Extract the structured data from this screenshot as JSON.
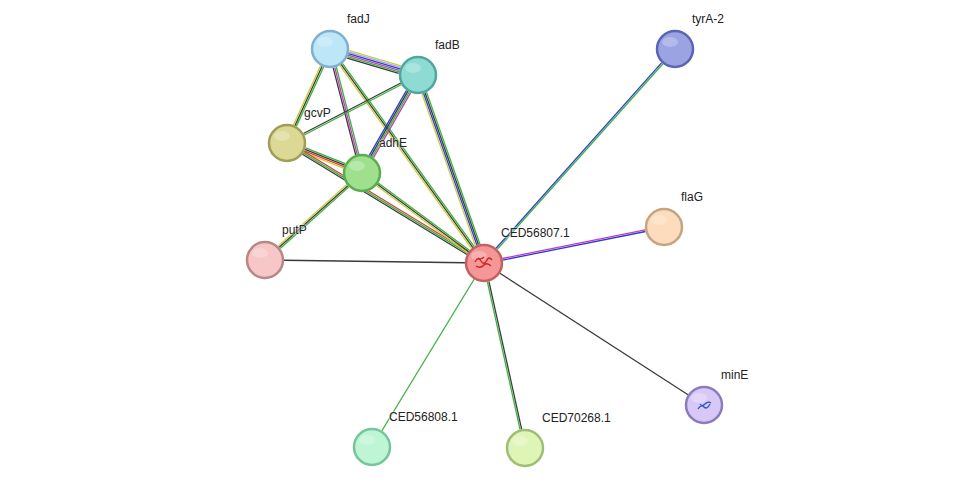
{
  "diagram": {
    "nodes": [
      {
        "text": [
          "fadJ"
        ]
      },
      {
        "text": [
          "tyrA-2"
        ]
      },
      {
        "text": [
          "fadB"
        ]
      },
      {
        "text": [
          "gcvP"
        ]
      },
      {
        "text": [
          "adhE"
        ]
      },
      {
        "text": [
          "flaG"
        ]
      },
      {
        "text": [
          "CED56807.1"
        ]
      },
      {
        "text": [
          "putP"
        ]
      },
      {
        "text": [
          "minE"
        ]
      },
      {
        "text": [
          "CED56808.1"
        ]
      },
      {
        "text": [
          "CED70268.1"
        ]
      }
    ],
    "edges": [
      {
        "from": 0,
        "to": 2,
        "arrow": "none"
      },
      {
        "from": 0,
        "to": 3,
        "arrow": "none"
      },
      {
        "from": 0,
        "to": 4,
        "arrow": "none"
      },
      {
        "from": 0,
        "to": 6,
        "arrow": "none"
      },
      {
        "from": 2,
        "to": 3,
        "arrow": "none"
      },
      {
        "from": 2,
        "to": 4,
        "arrow": "none"
      },
      {
        "from": 2,
        "to": 6,
        "arrow": "none"
      },
      {
        "from": 3,
        "to": 4,
        "arrow": "none"
      },
      {
        "from": 3,
        "to": 6,
        "arrow": "none"
      },
      {
        "from": 4,
        "to": 7,
        "arrow": "none"
      },
      {
        "from": 4,
        "to": 6,
        "arrow": "none"
      },
      {
        "from": 7,
        "to": 6,
        "arrow": "none"
      },
      {
        "from": 1,
        "to": 6,
        "arrow": "none"
      },
      {
        "from": 5,
        "to": 6,
        "arrow": "none"
      },
      {
        "from": 8,
        "to": 6,
        "arrow": "none"
      },
      {
        "from": 9,
        "to": 6,
        "arrow": "none"
      },
      {
        "from": 10,
        "to": 6,
        "arrow": "none"
      }
    ]
  }
}
